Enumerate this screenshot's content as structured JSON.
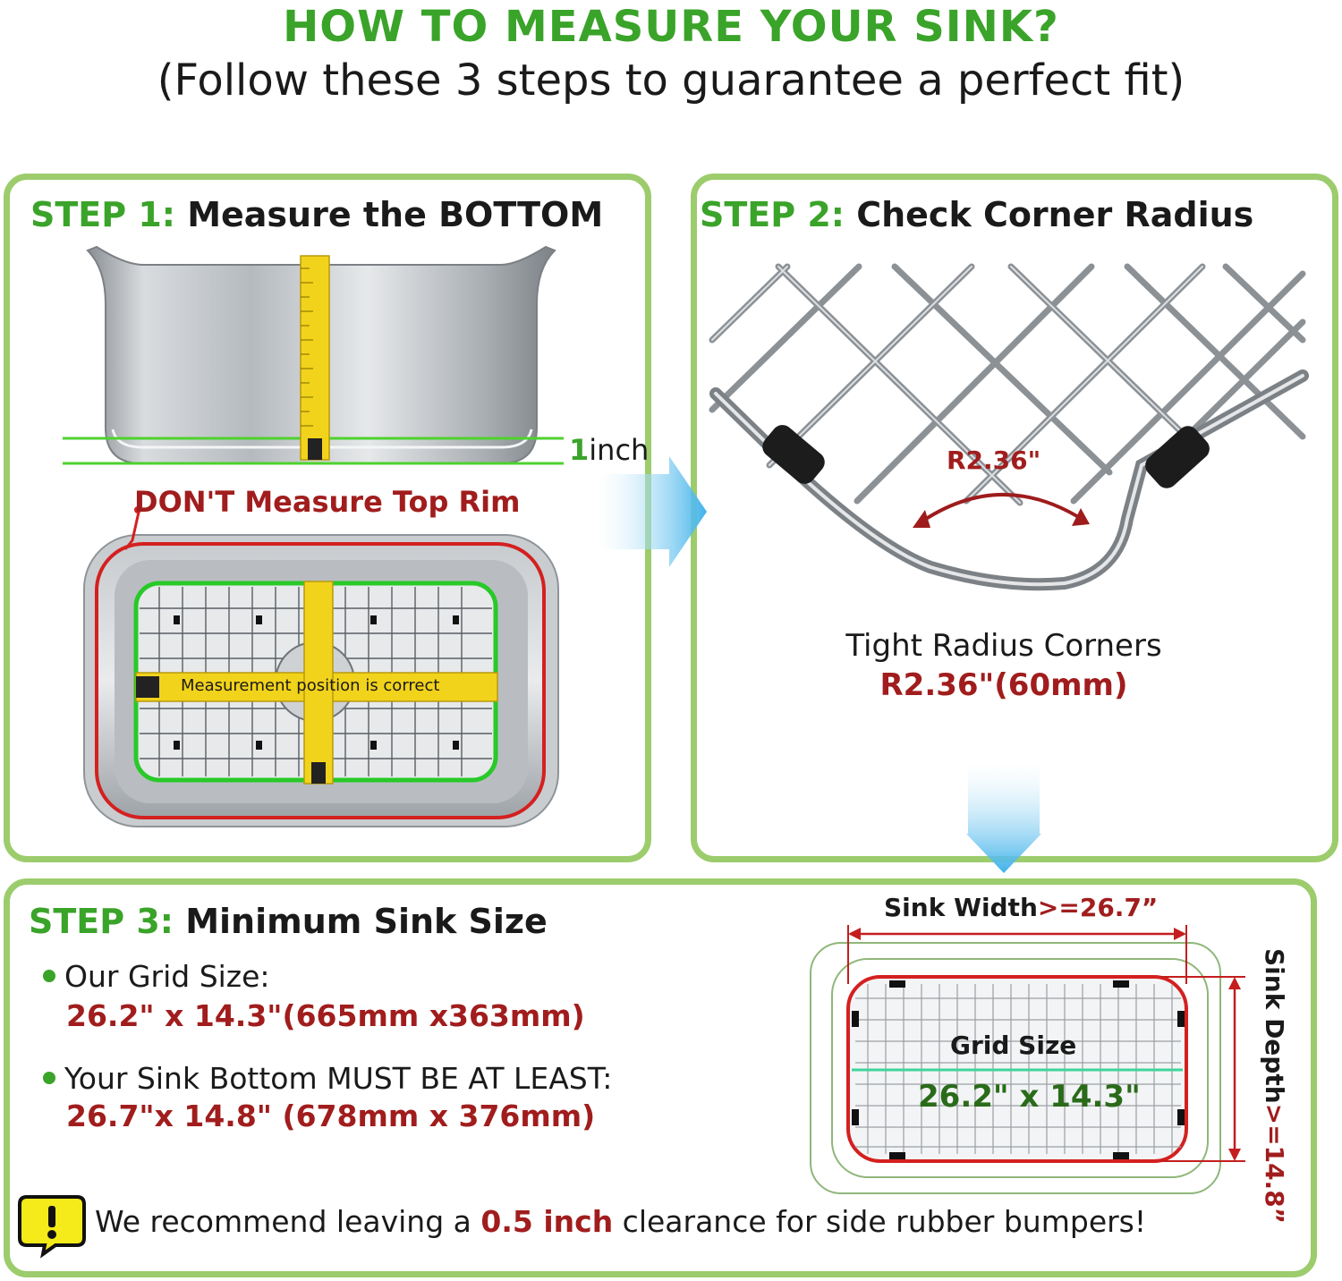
{
  "title": {
    "line1": "HOW TO MEASURE YOUR SINK?",
    "line2": "(Follow these 3 steps to guarantee a perfect fit)"
  },
  "step1": {
    "label": "STEP 1:",
    "heading": "Measure the BOTTOM",
    "inch_number": "1",
    "inch_unit": "inch",
    "warning": "DON'T Measure Top Rim",
    "tape_text": "Measurement position is correct"
  },
  "step2": {
    "label": "STEP 2:",
    "heading": "Check Corner Radius",
    "radius_callout": "R2.36\"",
    "caption": "Tight Radius Corners",
    "caption_value": "R2.36\"(60mm)"
  },
  "step3": {
    "label": "STEP 3:",
    "heading": "Minimum Sink Size",
    "bullet1_label": "Our Grid Size:",
    "bullet1_value": "26.2\" x 14.3\"(665mm x363mm)",
    "bullet2_label": "Your Sink Bottom MUST BE AT LEAST:",
    "bullet2_value": "26.7\"x 14.8\" (678mm x 376mm)",
    "note_before": "We recommend leaving a ",
    "note_highlight": "0.5 inch",
    "note_after": " clearance for side rubber bumpers!",
    "sink_width_label": "Sink Width",
    "sink_width_value": ">=26.7”",
    "sink_depth_label": "Sink Depth",
    "sink_depth_value": ">=14.8”",
    "grid_size_label": "Grid Size",
    "grid_size_value": "26.2\" x 14.3\""
  },
  "colors": {
    "accent_green": "#3aa329",
    "panel_border": "#9ccc6c",
    "dark_red": "#a11d1d",
    "outline_red": "#d42020",
    "tape_yellow": "#f2d31b",
    "arrow_blue": "#3fb2ea"
  }
}
